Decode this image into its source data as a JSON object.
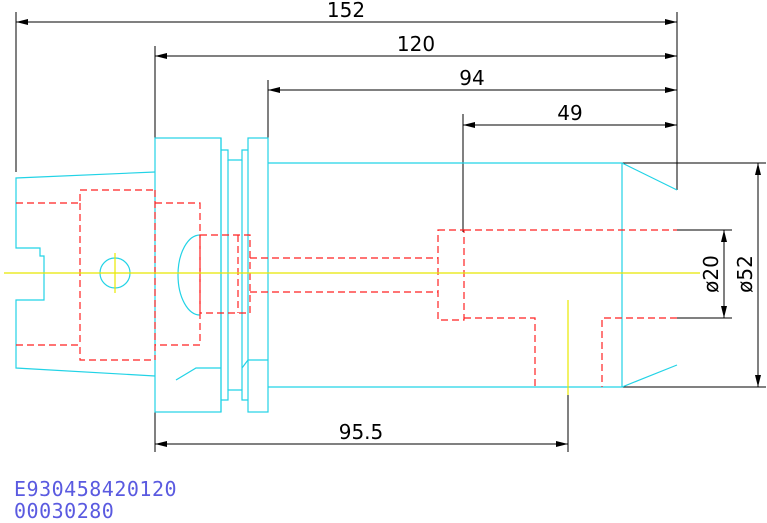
{
  "dimensions": {
    "overall_length": "152",
    "length_120": "120",
    "length_94": "94",
    "length_49": "49",
    "length_95_5": "95.5",
    "bore_diameter": "ø20",
    "outer_diameter": "ø52"
  },
  "codes": {
    "part_number": "E930458420120",
    "serial_number": "00030280"
  },
  "colors": {
    "outline": "#22d3e6",
    "hidden_lines": "#ff2222",
    "centerline": "#e8e800",
    "dimensions": "#000000",
    "codes_text": "#5a5ae0"
  }
}
